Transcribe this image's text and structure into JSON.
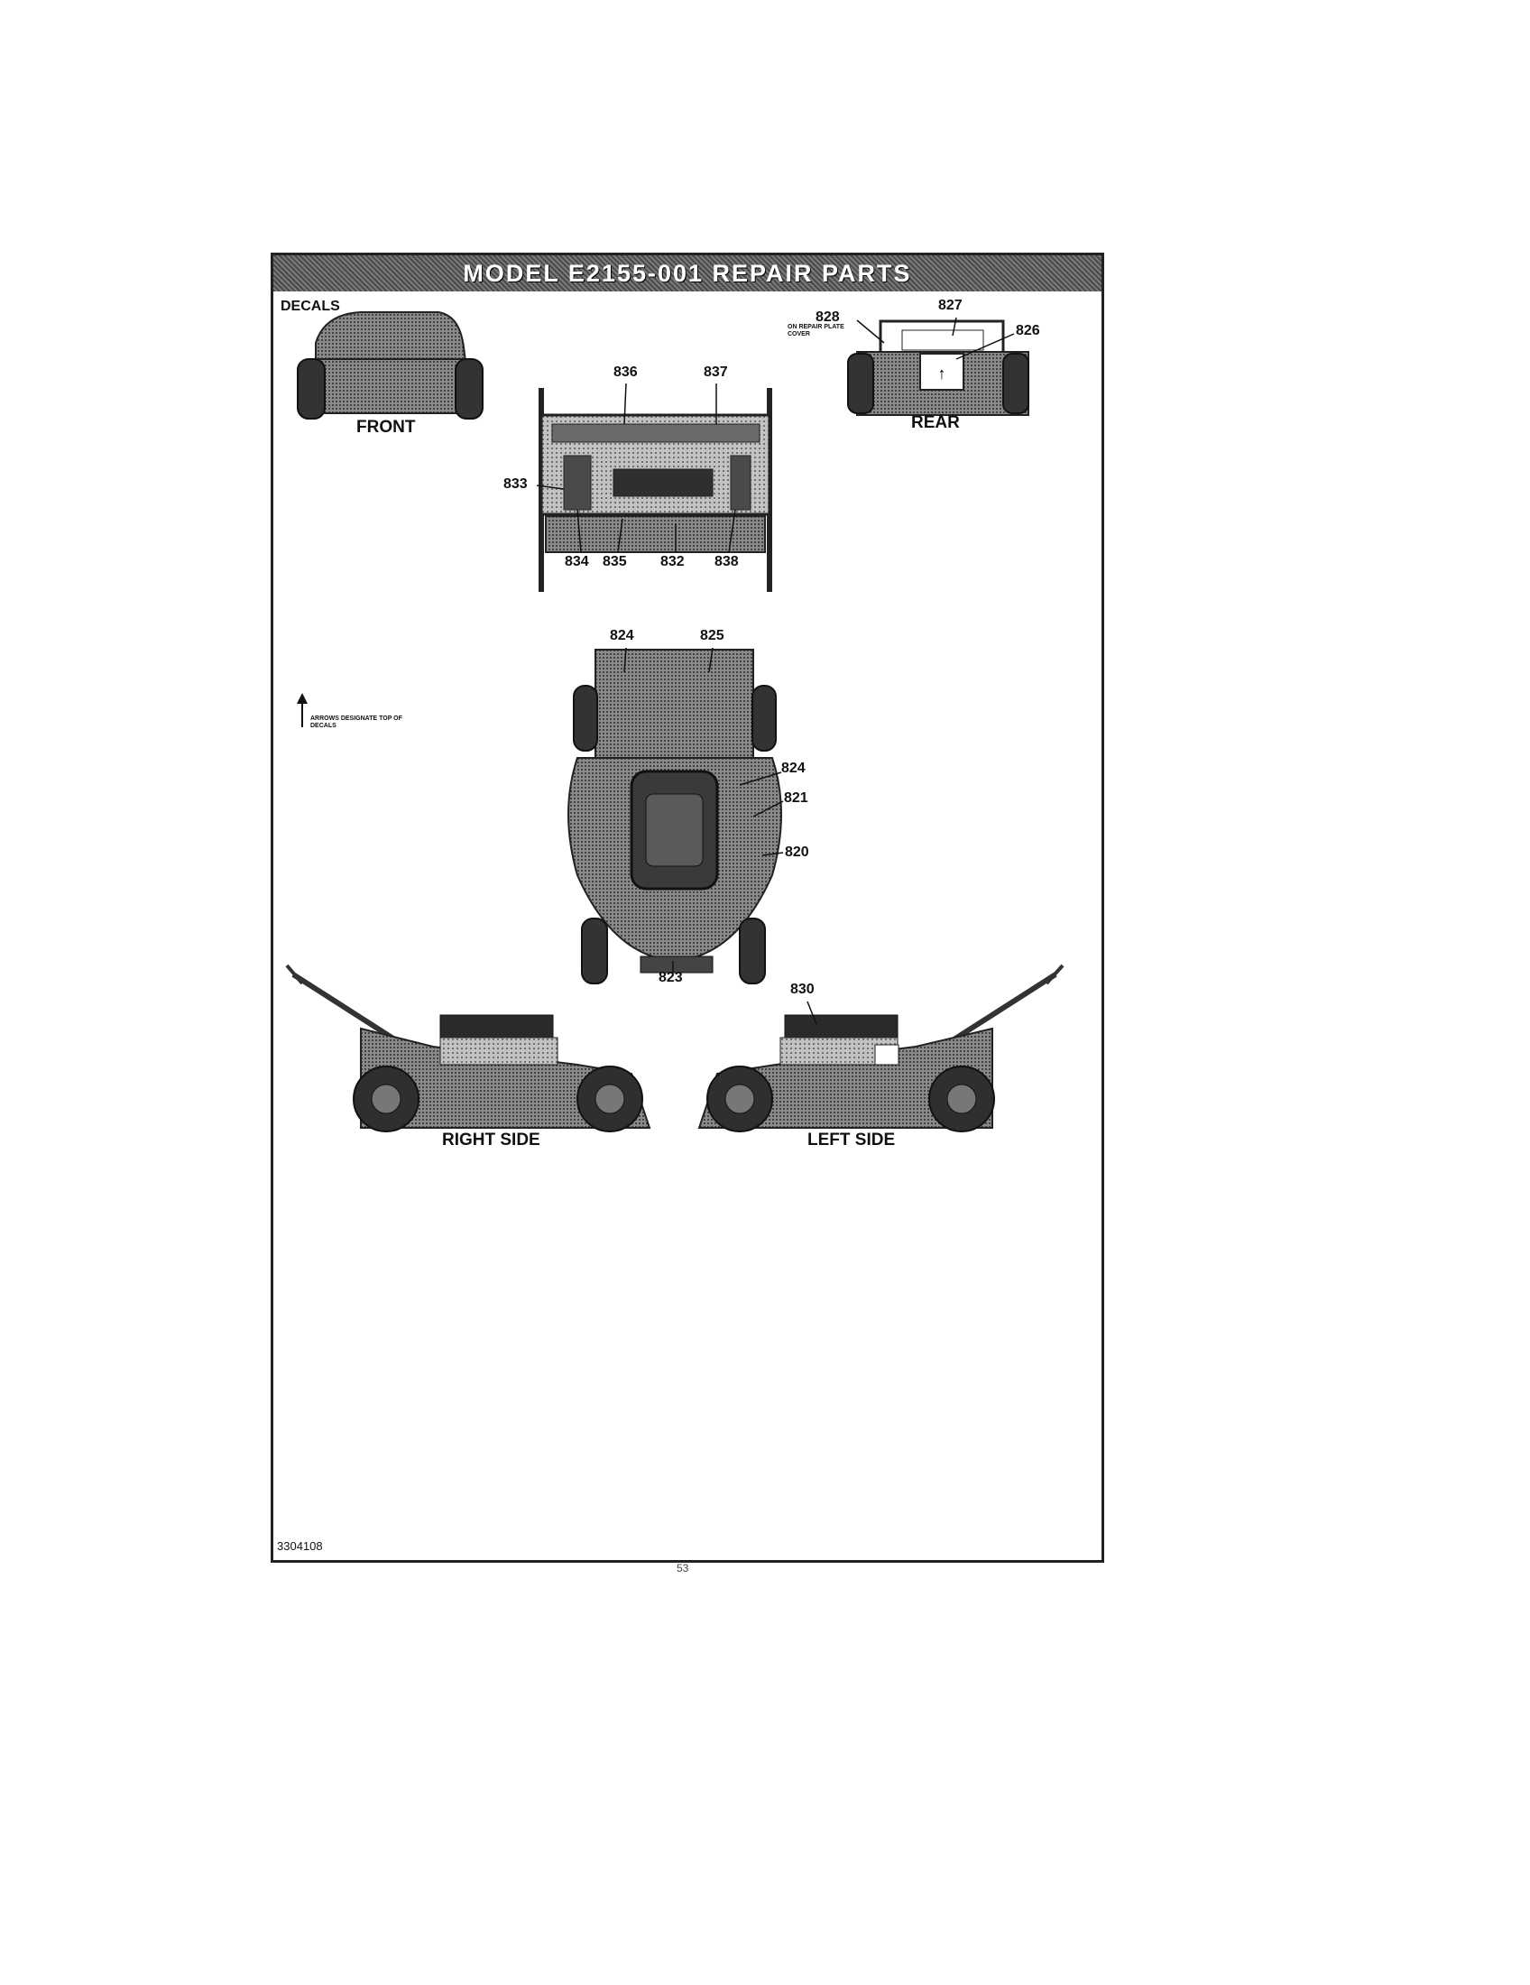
{
  "title": "MODEL E2155-001 REPAIR PARTS",
  "section_heading": "DECALS",
  "views": {
    "front": "FRONT",
    "rear": "REAR",
    "right_side": "RIGHT SIDE",
    "left_side": "LEFT SIDE"
  },
  "callouts": {
    "c820": "820",
    "c821": "821",
    "c823": "823",
    "c824_top": "824",
    "c824_side": "824",
    "c825": "825",
    "c826": "826",
    "c827": "827",
    "c828": "828",
    "c830": "830",
    "c832": "832",
    "c833": "833",
    "c834": "834",
    "c835": "835",
    "c836": "836",
    "c837": "837",
    "c838": "838"
  },
  "notes": {
    "repair_plate": "ON REPAIR PLATE COVER",
    "arrow_note": "ARROWS DESIGNATE TOP OF DECALS"
  },
  "doc_number": "3304108",
  "page_number": "53",
  "colors": {
    "ink": "#111111",
    "shade_dark": "#3a3a3a",
    "shade_mid": "#6b6b6b",
    "shade_light": "#a8a8a8"
  }
}
